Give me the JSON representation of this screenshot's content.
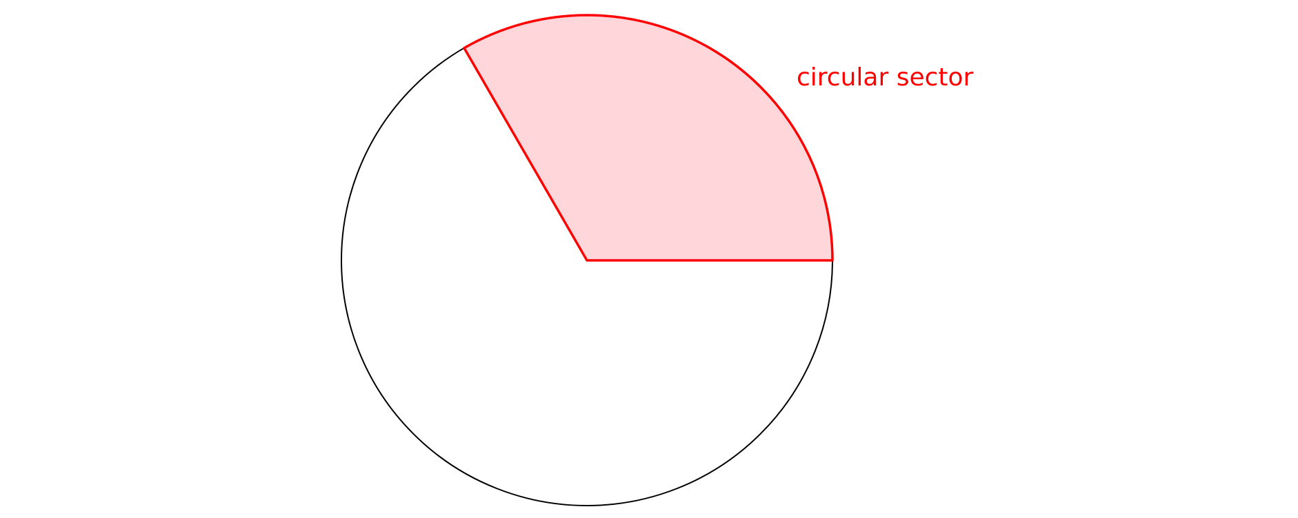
{
  "figure": {
    "label": "circular sector",
    "sector": {
      "start_angle_deg": 0,
      "end_angle_deg": 120
    },
    "colors": {
      "circle_stroke": "#000000",
      "sector_stroke": "#ff0000",
      "sector_fill": "#ffd6da",
      "label": "#ff0000"
    }
  }
}
